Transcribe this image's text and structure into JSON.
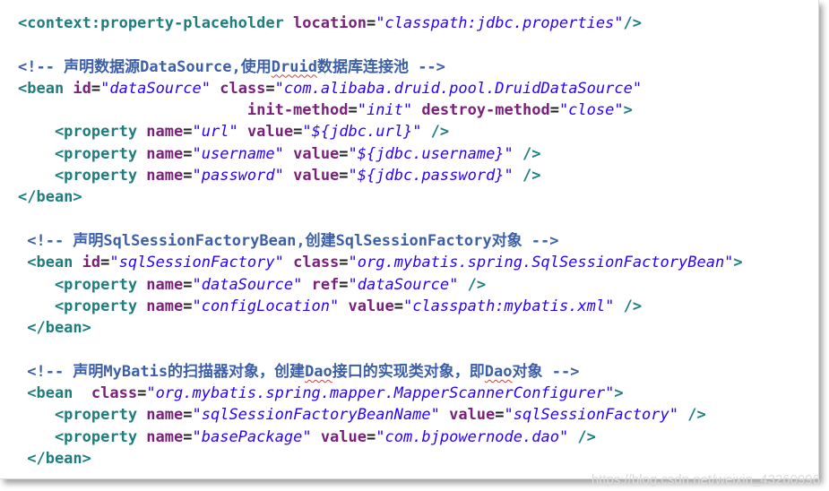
{
  "code_lines": [
    [
      {
        "cls": "tag",
        "t": "<context:property-placeholder "
      },
      {
        "cls": "attr",
        "t": "location"
      },
      {
        "cls": "eq",
        "t": "="
      },
      {
        "cls": "val",
        "t": "\"classpath:jdbc.properties\""
      },
      {
        "cls": "tag",
        "t": "/>"
      }
    ],
    [],
    [
      {
        "cls": "comment",
        "t": "<!-- 声明数据源DataSource,使用"
      },
      {
        "cls": "comment wavy",
        "t": "Druid"
      },
      {
        "cls": "comment",
        "t": "数据库连接池 -->"
      }
    ],
    [
      {
        "cls": "tag",
        "t": "<bean "
      },
      {
        "cls": "attr",
        "t": "id"
      },
      {
        "cls": "eq",
        "t": "="
      },
      {
        "cls": "val",
        "t": "\"dataSource\""
      },
      {
        "cls": "tag",
        "t": " "
      },
      {
        "cls": "attr",
        "t": "class"
      },
      {
        "cls": "eq",
        "t": "="
      },
      {
        "cls": "val",
        "t": "\"com.alibaba.druid.pool.DruidDataSource\""
      }
    ],
    [
      {
        "cls": "tag",
        "t": "                         "
      },
      {
        "cls": "attr",
        "t": "init-method"
      },
      {
        "cls": "eq",
        "t": "="
      },
      {
        "cls": "val",
        "t": "\"init\""
      },
      {
        "cls": "tag",
        "t": " "
      },
      {
        "cls": "attr",
        "t": "destroy-method"
      },
      {
        "cls": "eq",
        "t": "="
      },
      {
        "cls": "val",
        "t": "\"close\""
      },
      {
        "cls": "tag",
        "t": ">"
      }
    ],
    [
      {
        "cls": "tag",
        "t": "    <property "
      },
      {
        "cls": "attr",
        "t": "name"
      },
      {
        "cls": "eq",
        "t": "="
      },
      {
        "cls": "val",
        "t": "\"url\""
      },
      {
        "cls": "tag",
        "t": " "
      },
      {
        "cls": "attr",
        "t": "value"
      },
      {
        "cls": "eq",
        "t": "="
      },
      {
        "cls": "val",
        "t": "\"${jdbc.url}\""
      },
      {
        "cls": "tag",
        "t": " />"
      }
    ],
    [
      {
        "cls": "tag",
        "t": "    <property "
      },
      {
        "cls": "attr",
        "t": "name"
      },
      {
        "cls": "eq",
        "t": "="
      },
      {
        "cls": "val",
        "t": "\"username\""
      },
      {
        "cls": "tag",
        "t": " "
      },
      {
        "cls": "attr",
        "t": "value"
      },
      {
        "cls": "eq",
        "t": "="
      },
      {
        "cls": "val",
        "t": "\"${jdbc.username}\""
      },
      {
        "cls": "tag",
        "t": " />"
      }
    ],
    [
      {
        "cls": "tag",
        "t": "    <property "
      },
      {
        "cls": "attr",
        "t": "name"
      },
      {
        "cls": "eq",
        "t": "="
      },
      {
        "cls": "val",
        "t": "\"password\""
      },
      {
        "cls": "tag",
        "t": " "
      },
      {
        "cls": "attr",
        "t": "value"
      },
      {
        "cls": "eq",
        "t": "="
      },
      {
        "cls": "val",
        "t": "\"${jdbc.password}\""
      },
      {
        "cls": "tag",
        "t": " />"
      }
    ],
    [
      {
        "cls": "tag",
        "t": "</bean>"
      }
    ],
    [],
    [
      {
        "cls": "comment",
        "t": " <!-- 声明SqlSessionFactoryBean,创建SqlSessionFactory对象 -->"
      }
    ],
    [
      {
        "cls": "tag",
        "t": " <bean "
      },
      {
        "cls": "attr",
        "t": "id"
      },
      {
        "cls": "eq",
        "t": "="
      },
      {
        "cls": "val",
        "t": "\"sqlSessionFactory\""
      },
      {
        "cls": "tag",
        "t": " "
      },
      {
        "cls": "attr",
        "t": "class"
      },
      {
        "cls": "eq",
        "t": "="
      },
      {
        "cls": "val",
        "t": "\"org.mybatis.spring.SqlSessionFactoryBean\""
      },
      {
        "cls": "tag",
        "t": ">"
      }
    ],
    [
      {
        "cls": "tag",
        "t": "    <property "
      },
      {
        "cls": "attr",
        "t": "name"
      },
      {
        "cls": "eq",
        "t": "="
      },
      {
        "cls": "val",
        "t": "\"dataSource\""
      },
      {
        "cls": "tag",
        "t": " "
      },
      {
        "cls": "attr",
        "t": "ref"
      },
      {
        "cls": "eq",
        "t": "="
      },
      {
        "cls": "val",
        "t": "\"dataSource\""
      },
      {
        "cls": "tag",
        "t": " />"
      }
    ],
    [
      {
        "cls": "tag",
        "t": "    <property "
      },
      {
        "cls": "attr",
        "t": "name"
      },
      {
        "cls": "eq",
        "t": "="
      },
      {
        "cls": "val",
        "t": "\"configLocation\""
      },
      {
        "cls": "tag",
        "t": " "
      },
      {
        "cls": "attr",
        "t": "value"
      },
      {
        "cls": "eq",
        "t": "="
      },
      {
        "cls": "val",
        "t": "\"classpath:mybatis.xml\""
      },
      {
        "cls": "tag",
        "t": " />"
      }
    ],
    [
      {
        "cls": "tag",
        "t": " </bean>"
      }
    ],
    [],
    [
      {
        "cls": "comment",
        "t": " <!-- 声明MyBatis的扫描器对象，创建"
      },
      {
        "cls": "comment wavy",
        "t": "Dao"
      },
      {
        "cls": "comment",
        "t": "接口的实现类对象，即"
      },
      {
        "cls": "comment wavy",
        "t": "Dao"
      },
      {
        "cls": "comment",
        "t": "对象 -->"
      }
    ],
    [
      {
        "cls": "tag",
        "t": " <bean  "
      },
      {
        "cls": "attr",
        "t": "class"
      },
      {
        "cls": "eq",
        "t": "="
      },
      {
        "cls": "val",
        "t": "\"org.mybatis.spring.mapper.MapperScannerConfigurer\""
      },
      {
        "cls": "tag",
        "t": ">"
      }
    ],
    [
      {
        "cls": "tag",
        "t": "    <property "
      },
      {
        "cls": "attr",
        "t": "name"
      },
      {
        "cls": "eq",
        "t": "="
      },
      {
        "cls": "val",
        "t": "\"sqlSessionFactoryBeanName\""
      },
      {
        "cls": "tag",
        "t": " "
      },
      {
        "cls": "attr",
        "t": "value"
      },
      {
        "cls": "eq",
        "t": "="
      },
      {
        "cls": "val",
        "t": "\"sqlSessionFactory\""
      },
      {
        "cls": "tag",
        "t": " />"
      }
    ],
    [
      {
        "cls": "tag",
        "t": "    <property "
      },
      {
        "cls": "attr",
        "t": "name"
      },
      {
        "cls": "eq",
        "t": "="
      },
      {
        "cls": "val",
        "t": "\"basePackage\""
      },
      {
        "cls": "tag",
        "t": " "
      },
      {
        "cls": "attr",
        "t": "value"
      },
      {
        "cls": "eq",
        "t": "="
      },
      {
        "cls": "val",
        "t": "\"com.bjpowernode.dao\""
      },
      {
        "cls": "tag",
        "t": " />"
      }
    ],
    [
      {
        "cls": "tag",
        "t": " </bean>"
      }
    ]
  ],
  "watermark": "https://blog.csdn.net/weixin_43260996",
  "colors": {
    "tag": "#1f7d7d",
    "attribute": "#7a1f7a",
    "value": "#2a00ff",
    "comment": "#3c5fa8",
    "spellcheck": "#d04040"
  }
}
